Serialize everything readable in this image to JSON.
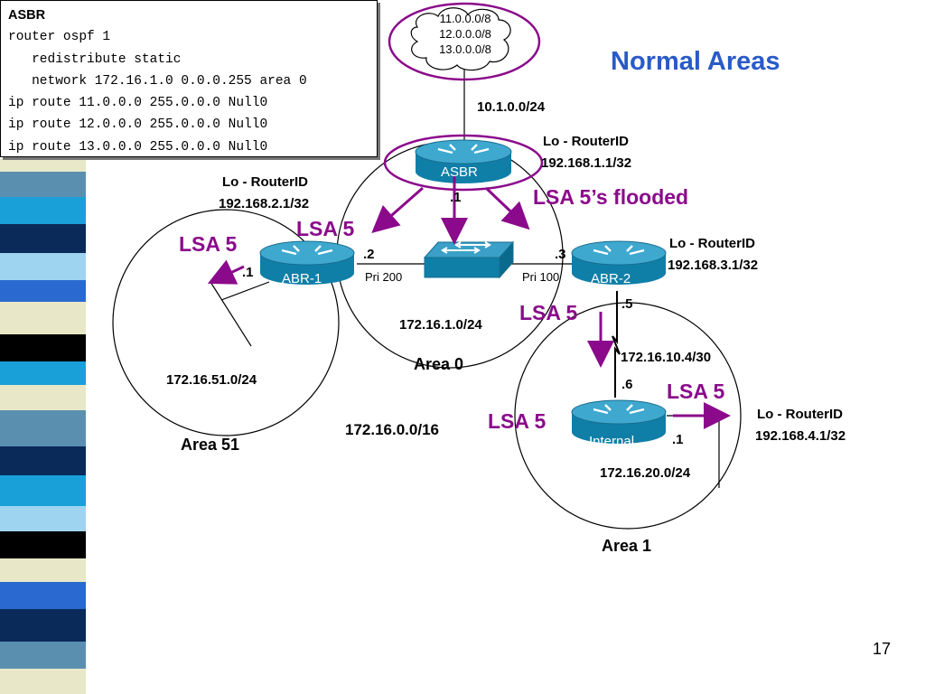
{
  "title": "Normal Areas",
  "page_number": "17",
  "config": {
    "heading": "ASBR",
    "lines": [
      "router ospf 1",
      "   redistribute static",
      "   network 172.16.1.0 0.0.0.255 area 0",
      "ip route 11.0.0.0 255.0.0.0 Null0",
      "ip route 12.0.0.0 255.0.0.0 Null0",
      "ip route 13.0.0.0 255.0.0.0 Null0"
    ]
  },
  "cloud": {
    "networks": [
      "11.0.0.0/8",
      "12.0.0.0/8",
      "13.0.0.0/8"
    ]
  },
  "routers": {
    "asbr": {
      "name": "ASBR",
      "loopback_title": "Lo - RouterID",
      "loopback_ip": "192.168.1.1/32",
      "link_net": "10.1.0.0/24",
      "iface": ".1"
    },
    "abr1": {
      "name": "ABR-1",
      "loopback_title": "Lo - RouterID",
      "loopback_ip": "192.168.2.1/32",
      "iface_area0": ".2",
      "iface_area51": ".1",
      "priority": "Pri 200"
    },
    "abr2": {
      "name": "ABR-2",
      "loopback_title": "Lo - RouterID",
      "loopback_ip": "192.168.3.1/32",
      "iface_area0": ".3",
      "iface_serial": ".5",
      "priority": "Pri 100"
    },
    "internal": {
      "name": "Internal",
      "loopback_title": "Lo - RouterID",
      "loopback_ip": "192.168.4.1/32",
      "iface_serial": ".6",
      "iface_lan": ".1"
    }
  },
  "networks": {
    "area0_lan": "172.16.1.0/24",
    "area51_lan": "172.16.51.0/24",
    "serial": "172.16.10.4/30",
    "area1_lan": "172.16.20.0/24",
    "summary": "172.16.0.0/16"
  },
  "areas": {
    "area0": "Area 0",
    "area51": "Area 51",
    "area1": "Area 1"
  },
  "lsa": {
    "flooded": "LSA 5’s flooded",
    "abr1": "LSA 5",
    "area51": "LSA 5",
    "abr2": "LSA 5",
    "area1_left": "LSA 5",
    "area1_right": "LSA 5"
  },
  "colors": {
    "accent": "#8b0a8b",
    "title": "#2a5ac8",
    "router": "#0f7fa8"
  }
}
